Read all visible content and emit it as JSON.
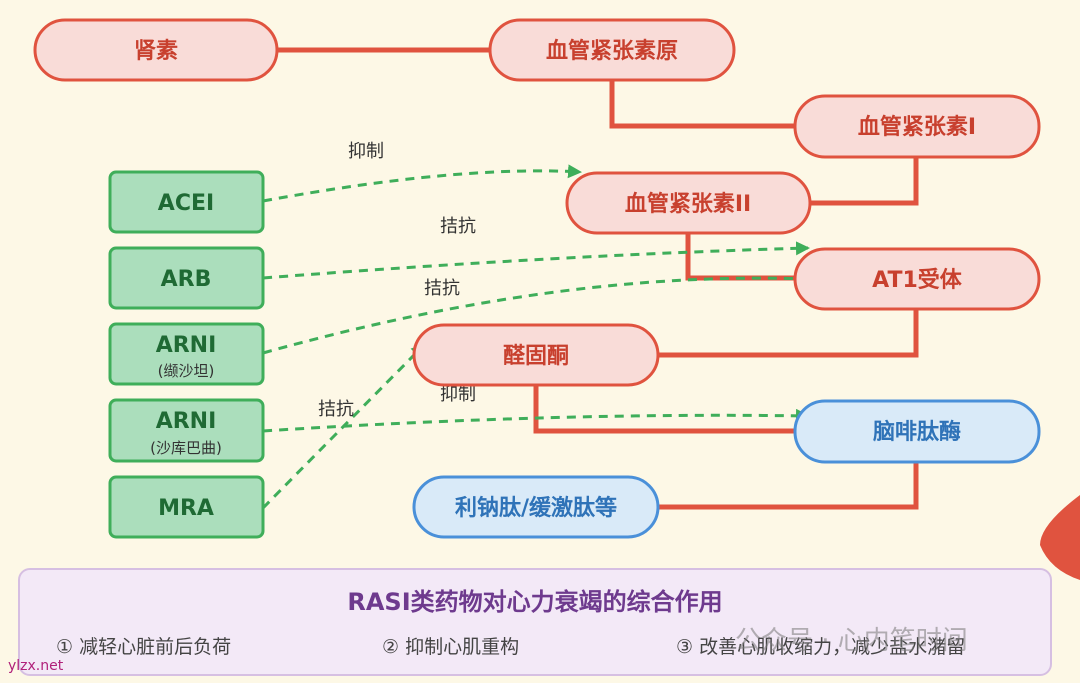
{
  "nodes": {
    "kidney": "肾素",
    "angiotensinogen": "血管紧张素原",
    "angiotensin1": "血管紧张素I",
    "angiotensin2": "血管紧张素II",
    "at1": "AT1受体",
    "aldosterone": "醛固酮",
    "bnp": "脑啡肽酶",
    "natriuretic": "利钠肽/缓激肽等"
  },
  "drugs": {
    "acei": {
      "name": "ACEI"
    },
    "arb": {
      "name": "ARB"
    },
    "arni1": {
      "name": "ARNI",
      "sub": "(缬沙坦)"
    },
    "arni2": {
      "name": "ARNI",
      "sub": "(沙库巴曲)"
    },
    "mra": {
      "name": "MRA"
    }
  },
  "edge_labels": {
    "acei_inhibit": "抑制",
    "arb_antagonize": "拮抗",
    "arni_antagonize": "拮抗",
    "mra_antagonize": "拮抗",
    "sacubitril_inhibit": "抑制"
  },
  "summary": {
    "title": "RASI类药物对心力衰竭的综合作用",
    "effects": [
      "① 减轻心脏前后负荷",
      "② 抑制心肌重构",
      "③ 改善心肌收缩力，减少盐水潴留"
    ]
  },
  "watermarks": {
    "left": "ylzx.net",
    "right": "公众号 · 心内笔时间"
  },
  "colors": {
    "background": "#fdf8e6",
    "pink_fill": "#f9dcd8",
    "red_stroke": "#e0533f",
    "green_fill": "#abdebc",
    "green_stroke": "#3fae5a",
    "blue_fill": "#d9eaf8",
    "blue_stroke": "#4a90d9",
    "summary_fill": "#f3e9f7",
    "summary_title": "#6e3a8e"
  }
}
